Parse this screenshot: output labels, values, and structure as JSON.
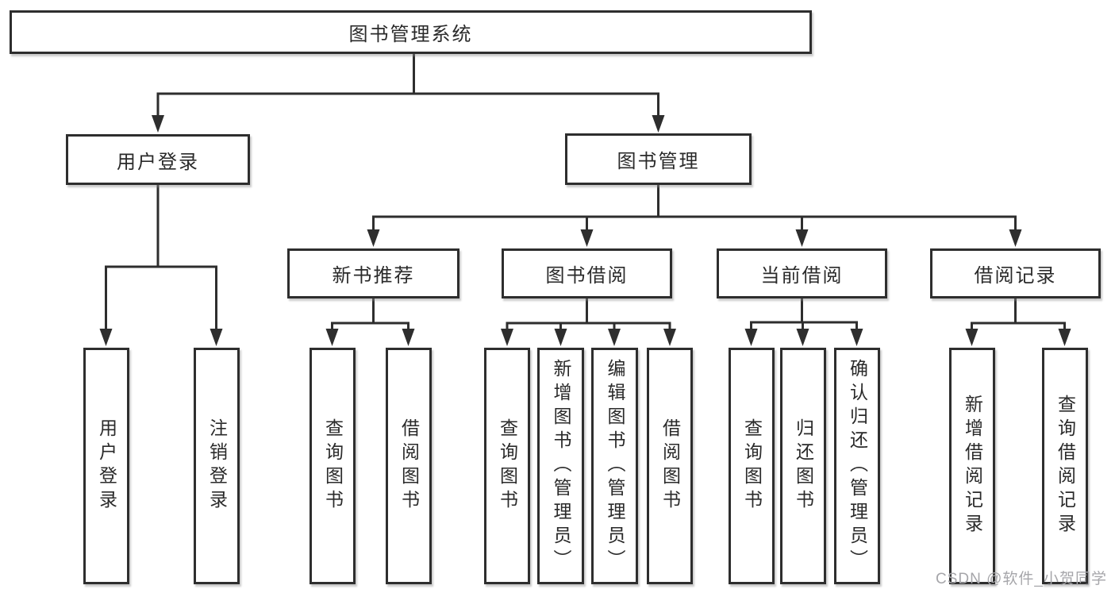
{
  "tree": {
    "root": "图书管理系统",
    "branches": [
      "用户登录",
      "图书管理"
    ],
    "modules": [
      "新书推荐",
      "图书借阅",
      "当前借阅",
      "借阅记录"
    ],
    "leaves": {
      "user_login": [
        "用户登录",
        "注销登录"
      ],
      "new_book": [
        "查询图书",
        "借阅图书"
      ],
      "book_borrow": [
        "查询图书",
        "新增图书（管理员）",
        "编辑图书（管理员）",
        "借阅图书"
      ],
      "current_borrow": [
        "查询图书",
        "归还图书",
        "确认归还（管理员）"
      ],
      "borrow_record": [
        "新增借阅记录",
        "查询借阅记录"
      ]
    }
  },
  "watermark": "CSDN @软件_小贺同学",
  "colors": {
    "line": "#2e2e2e",
    "text": "#2a2a2a",
    "background": "#ffffff",
    "watermark": "#a6a6aa"
  }
}
